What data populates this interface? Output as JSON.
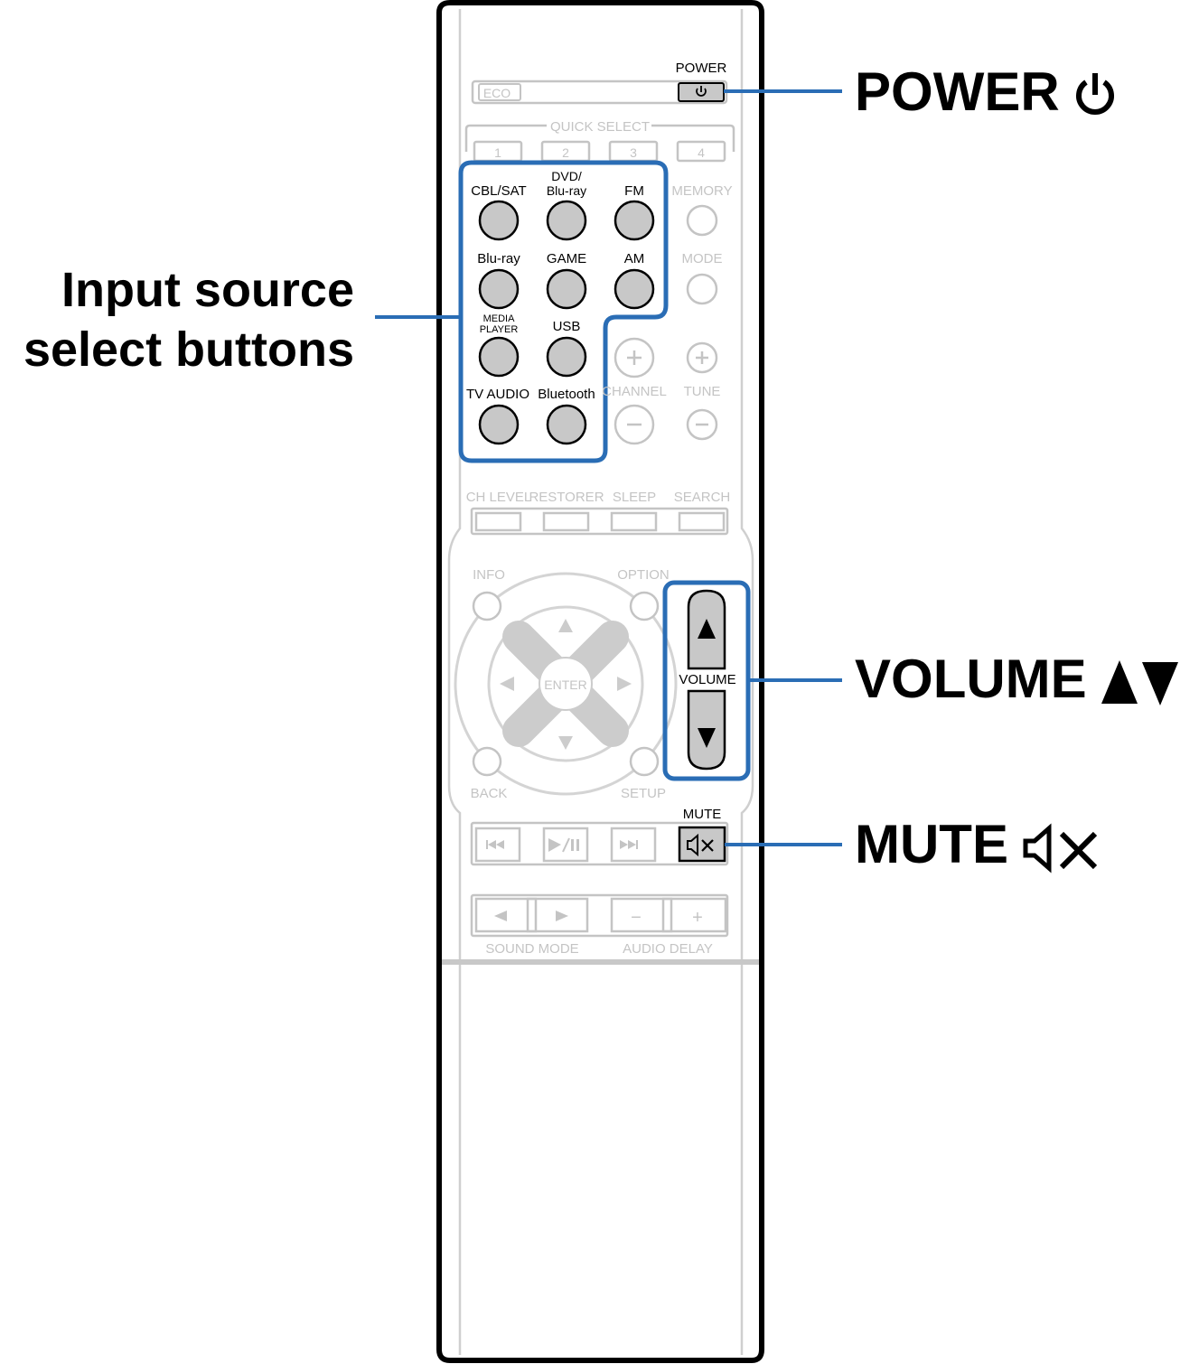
{
  "callouts": {
    "power": {
      "label": "POWER",
      "icon": "power-icon"
    },
    "input": {
      "line1": "Input source",
      "line2": "select buttons"
    },
    "volume": {
      "label": "VOLUME",
      "icon": "volume-up-down-icon"
    },
    "mute": {
      "label": "MUTE",
      "icon": "mute-icon"
    }
  },
  "remote": {
    "eco": "ECO",
    "power": "POWER",
    "quick_select": {
      "title": "QUICK SELECT",
      "buttons": [
        "1",
        "2",
        "3",
        "4"
      ]
    },
    "inputs": {
      "cbl_sat": "CBL/SAT",
      "dvd_line1": "DVD/",
      "dvd_line2": "Blu-ray",
      "fm": "FM",
      "memory": "MEMORY",
      "bluray": "Blu-ray",
      "game": "GAME",
      "am": "AM",
      "mode": "MODE",
      "media_line1": "MEDIA",
      "media_line2": "PLAYER",
      "usb": "USB",
      "tv_audio": "TV AUDIO",
      "bluetooth": "Bluetooth",
      "channel": "CHANNEL",
      "tune": "TUNE"
    },
    "function_row": [
      "CH LEVEL",
      "RESTORER",
      "SLEEP",
      "SEARCH"
    ],
    "nav": {
      "info": "INFO",
      "option": "OPTION",
      "enter": "ENTER",
      "back": "BACK",
      "setup": "SETUP"
    },
    "volume": "VOLUME",
    "mute": "MUTE",
    "transport": [
      "skip-back-icon",
      "play-pause-icon",
      "skip-forward-icon"
    ],
    "sound_mode": "SOUND MODE",
    "audio_delay": "AUDIO DELAY",
    "audio_delay_minus": "−",
    "audio_delay_plus": "+"
  },
  "colors": {
    "highlight": "#2a6db5",
    "button_gray": "#c8c8c8",
    "faded": "#c4c4c4",
    "outline": "#000000"
  }
}
